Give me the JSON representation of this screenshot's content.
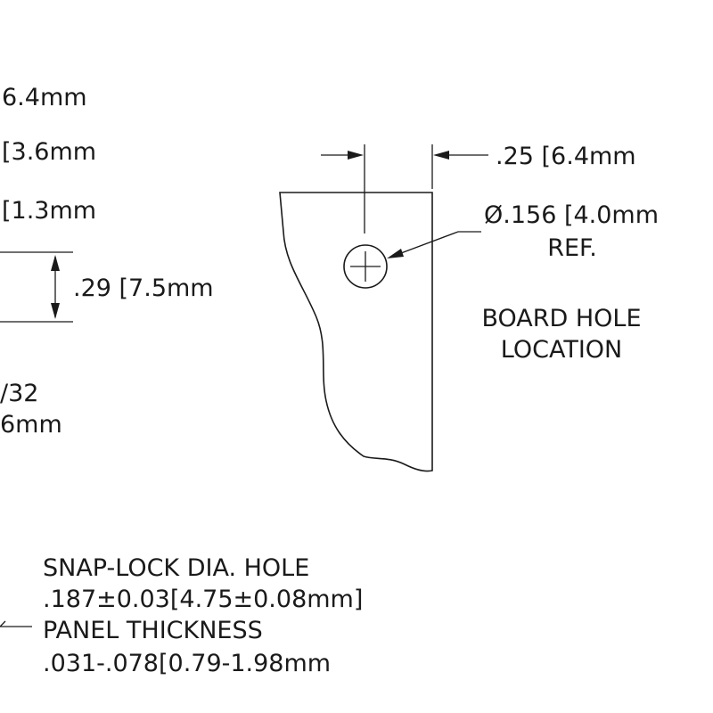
{
  "left_dims": {
    "dim_1": "6.4mm",
    "dim_2": "[3.6mm",
    "dim_3": "[1.3mm",
    "dim_4": ".29 [7.5mm",
    "dim_5_line1": "/32",
    "dim_5_line2": "6mm"
  },
  "right_dims": {
    "top_width": ".25 [6.4mm",
    "hole_diameter": "Ø.156 [4.0mm",
    "hole_ref": "REF.",
    "board_hole_line1": "BOARD HOLE",
    "board_hole_line2": "LOCATION"
  },
  "notes": {
    "line1": "SNAP-LOCK DIA. HOLE",
    "line2": ".187±0.03[4.75±0.08mm]",
    "line3": "PANEL THICKNESS",
    "line4": ".031-.078[0.79-1.98mm"
  }
}
